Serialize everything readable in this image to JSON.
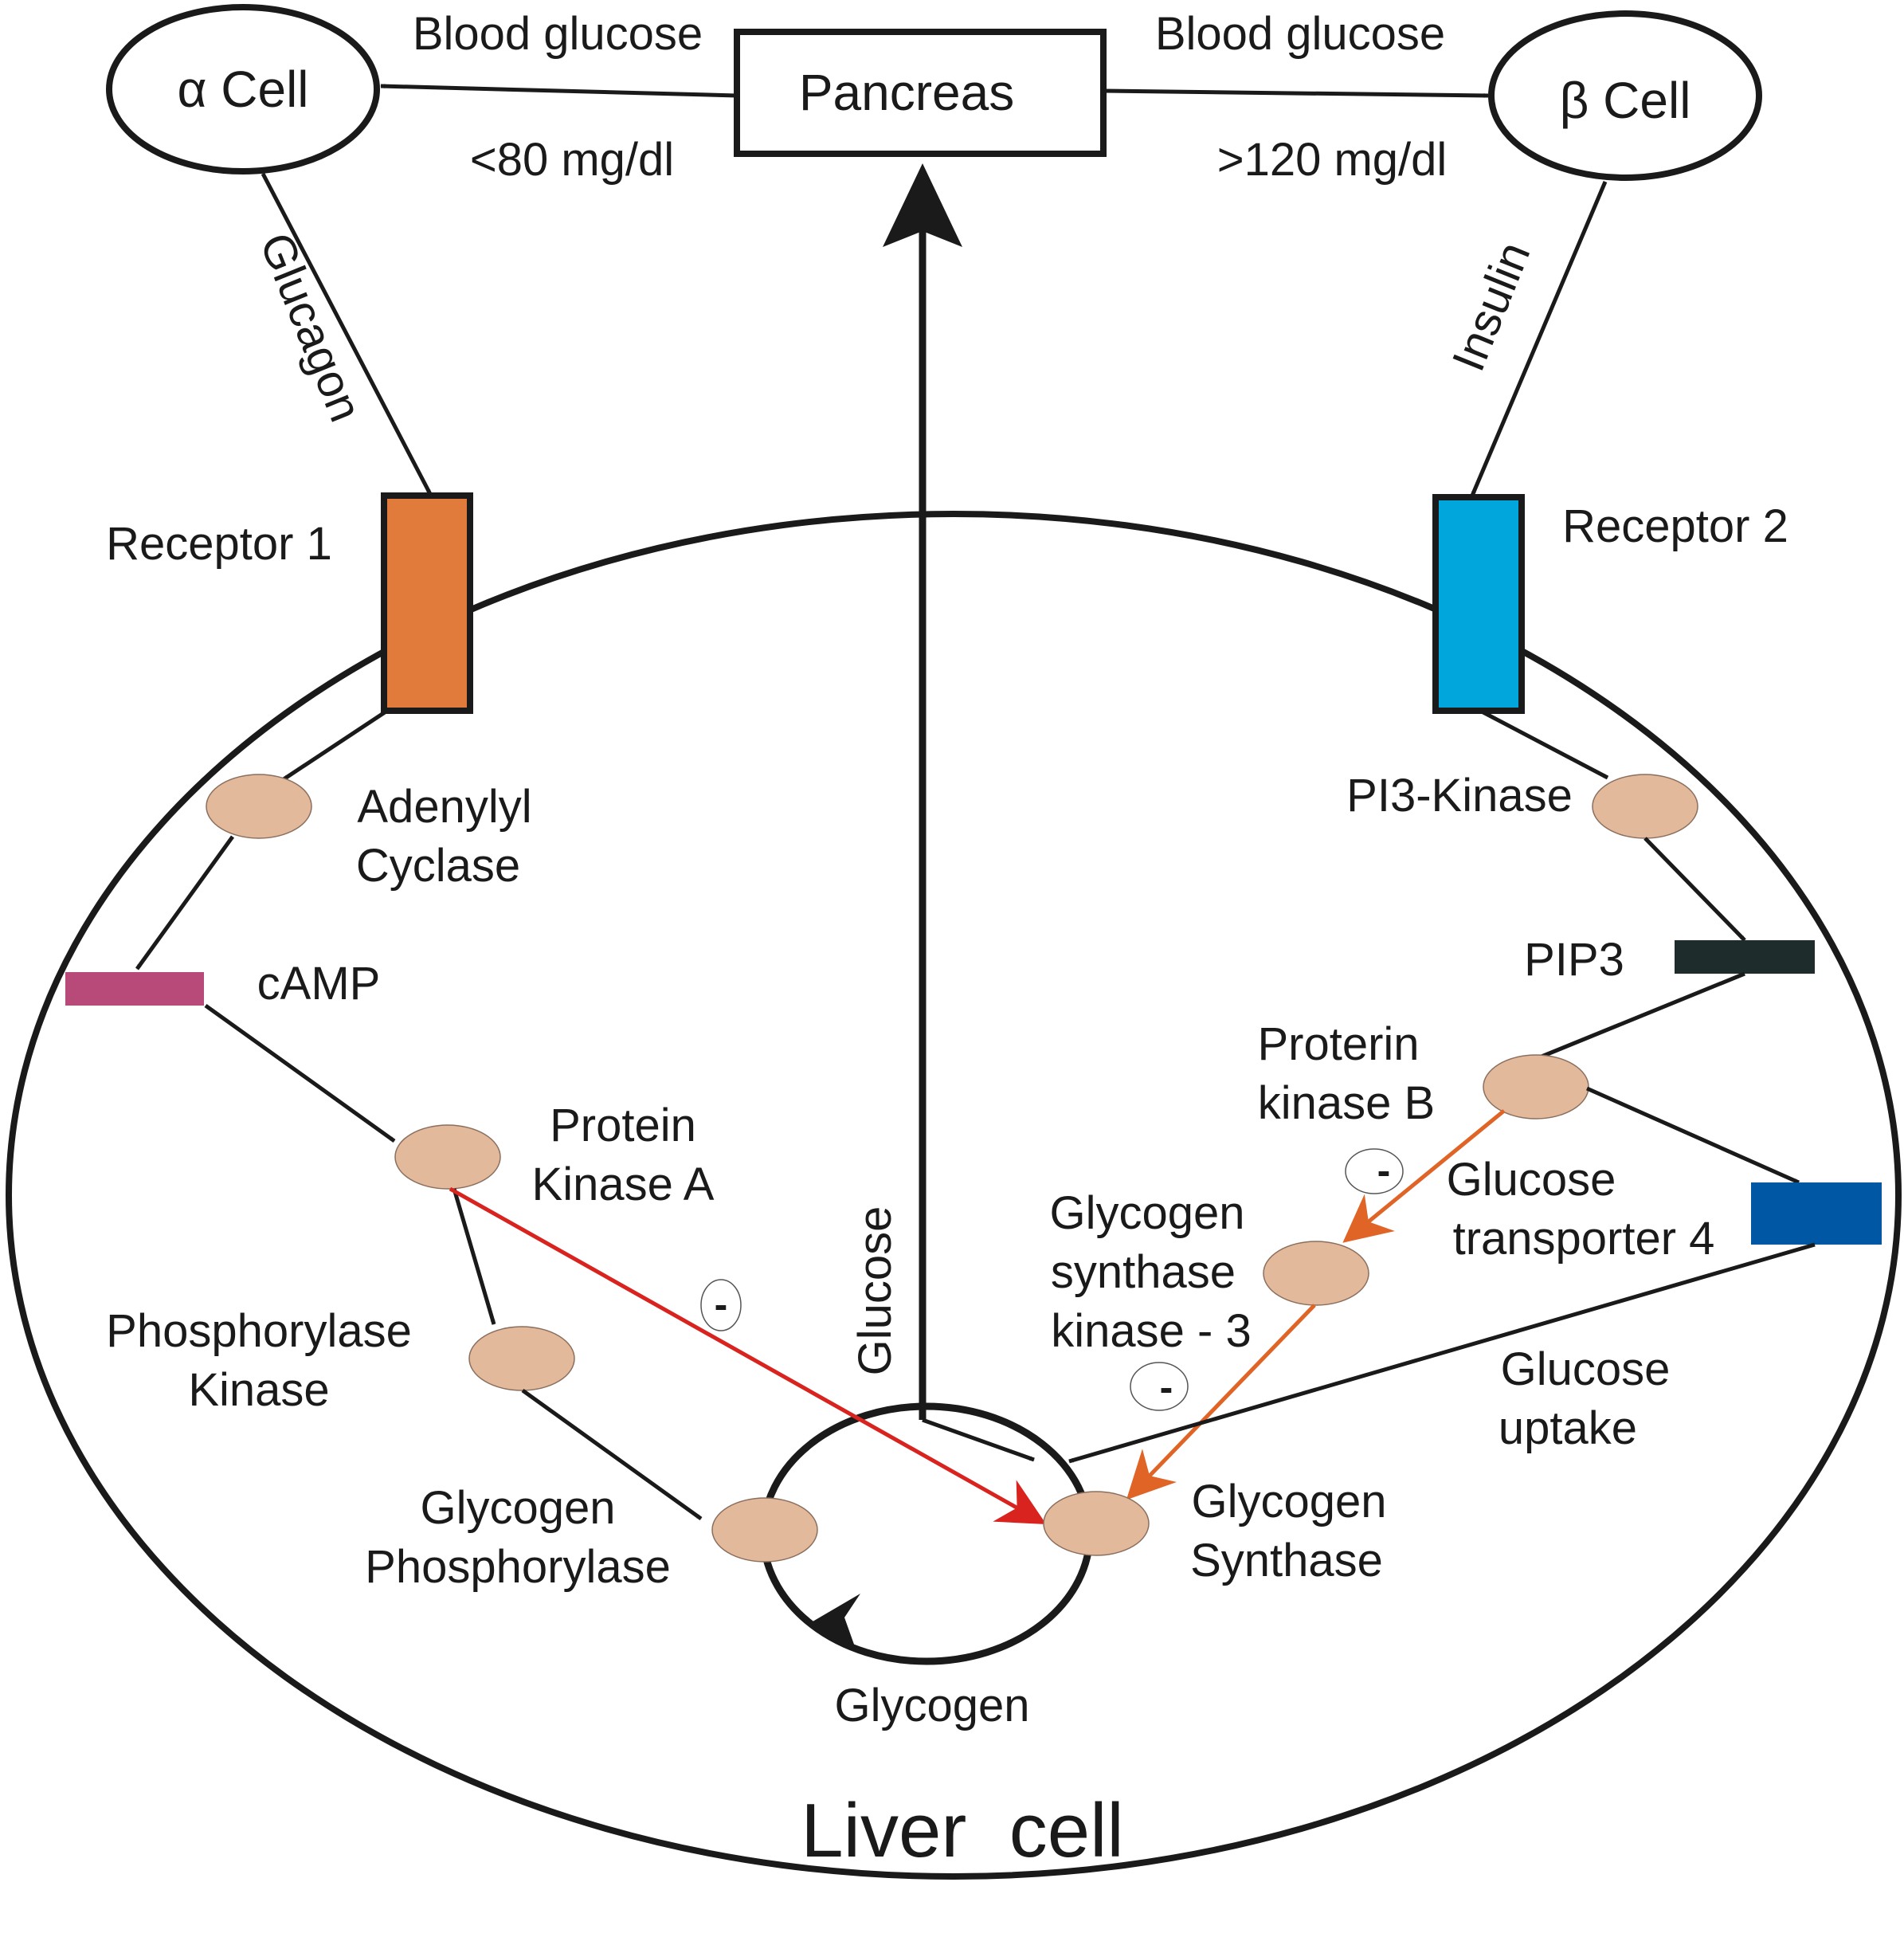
{
  "labels": {
    "alpha_cell": "α Cell",
    "beta_cell": "β Cell",
    "pancreas": "Pancreas",
    "blood_glucose_left": "Blood glucose",
    "blood_glucose_right": "Blood glucose",
    "low_threshold": "<80 mg/dl",
    "high_threshold": ">120 mg/dl",
    "glucagon": "Glucagon",
    "insulin": "Insulin",
    "receptor1": "Receptor 1",
    "receptor2": "Receptor 2",
    "adenylyl_1": "Adenylyl",
    "adenylyl_2": "Cyclase",
    "camp": "cAMP",
    "pka_1": "Protein",
    "pka_2": "Kinase A",
    "phk_1": "Phosphorylase",
    "phk_2": "Kinase",
    "gp_1": "Glycogen",
    "gp_2": "Phosphorylase",
    "glucose": "Glucose",
    "glycogen": "Glycogen",
    "pi3k": "PI3-Kinase",
    "pip3": "PIP3",
    "pkb_1": "Proterin",
    "pkb_2": "kinase B",
    "gsk3_1": "Glycogen",
    "gsk3_2": "synthase",
    "gsk3_3": "kinase - 3",
    "glut4_1": "Glucose",
    "glut4_2": "transporter 4",
    "uptake_1": "Glucose",
    "uptake_2": "uptake",
    "gs_1": "Glycogen",
    "gs_2": "Synthase",
    "liver_cell": "Liver  cell",
    "inhibit": "-"
  },
  "colors": {
    "stroke": "#1a1a1a",
    "receptor1": "#e07b3c",
    "receptor2": "#00a6dc",
    "enzyme": "#e3b99c",
    "camp": "#b84a7a",
    "pip3": "#1e2c2c",
    "glut4": "#0057a4",
    "inhibit_red": "#d8231f",
    "inhibit_orange": "#e06426"
  }
}
